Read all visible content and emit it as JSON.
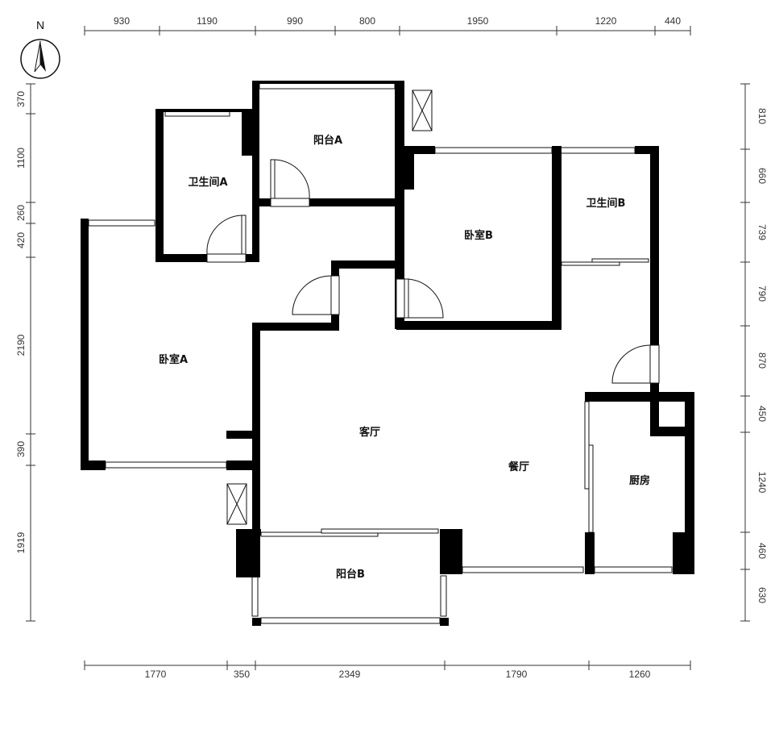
{
  "colors": {
    "wall": "#000000",
    "line": "#333333",
    "background": "#ffffff"
  },
  "compass": {
    "label": "N"
  },
  "dimensions": {
    "top": [
      "930",
      "1190",
      "990",
      "800",
      "1950",
      "1220",
      "440"
    ],
    "bottom": [
      "1770",
      "350",
      "2349",
      "1790",
      "1260"
    ],
    "left": [
      "370",
      "1100",
      "260",
      "420",
      "2190",
      "390",
      "1919"
    ],
    "right": [
      "810",
      "660",
      "739",
      "790",
      "870",
      "450",
      "1240",
      "460",
      "630"
    ]
  },
  "rooms": {
    "balcony_a": "阳台A",
    "bathroom_a": "卫生间A",
    "bedroom_b": "卧室B",
    "bathroom_b": "卫生间B",
    "bedroom_a": "卧室A",
    "living_room": "客厅",
    "dining_room": "餐厅",
    "kitchen": "厨房",
    "balcony_b": "阳台B"
  }
}
